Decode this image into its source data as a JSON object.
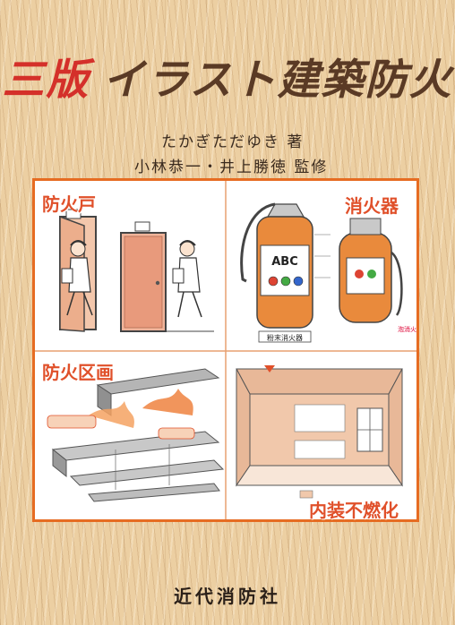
{
  "title": {
    "edition": "三版",
    "main": "イラスト建築防火"
  },
  "author": "たかぎただゆき 著",
  "supervisor": "小林恭一・井上勝徳 監修",
  "illustration": {
    "headings": {
      "fire_door": "防火戸",
      "extinguisher": "消火器",
      "fire_compartment": "防火区画",
      "interior": "内装不燃化"
    },
    "captions": {
      "abc_label": "ABC",
      "powder_extinguisher": "粉末消火器",
      "foam_extinguisher": "泡消火器"
    }
  },
  "publisher": "近代消防社",
  "colors": {
    "edition_red": "#d4302a",
    "frame_orange": "#e66c22",
    "heading_red": "#e0502a",
    "extinguisher_orange": "#e98a3c",
    "background_tan": "#eccfa2"
  }
}
